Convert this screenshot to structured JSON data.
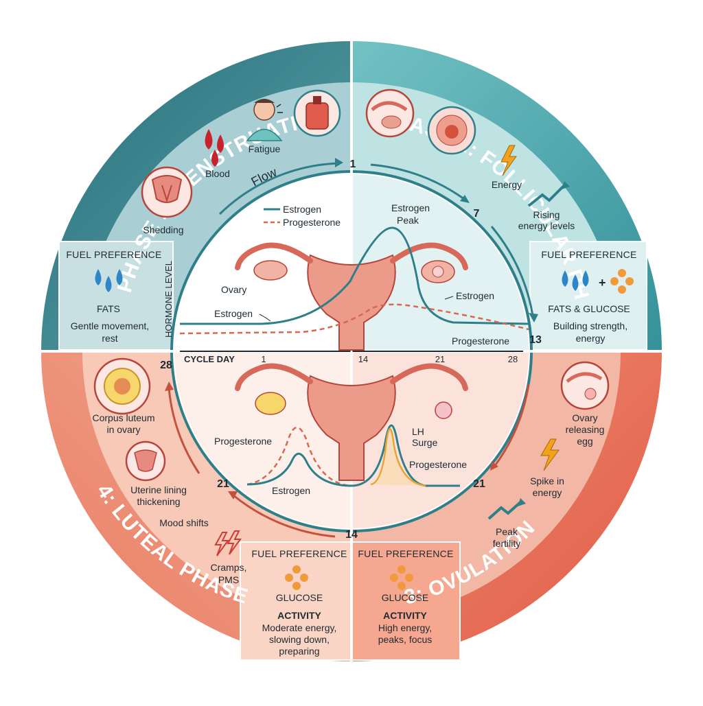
{
  "phases": {
    "p1_title": "PHASE 1: MENSTRUATION",
    "p2_title": "PHASE 2: FOLLICULAR PHASE",
    "p3_title": "3: OVULATION",
    "p4_title": "4: LUTEAL PHASE"
  },
  "menstruation": {
    "shedding": "Shedding",
    "blood": "Blood",
    "fatigue": "Fatigue",
    "fuel_header": "FUEL PREFERENCE",
    "fuel": "FATS",
    "activity_1": "Gentle movement,",
    "activity_2": "rest"
  },
  "follicular": {
    "energy": "Energy",
    "rising_1": "Rising",
    "rising_2": "energy levels",
    "fuel_header": "FUEL PREFERENCE",
    "fuel": "FATS & GLUCOSE",
    "activity_1": "Building strength,",
    "activity_2": "energy"
  },
  "ovulation": {
    "ovary_1": "Ovary",
    "ovary_2": "releasing",
    "ovary_3": "egg",
    "spike_1": "Spike in",
    "spike_2": "energy",
    "peak_1": "Peak",
    "peak_2": "fertility",
    "fuel_header": "FUEL PREFERENCE",
    "fuel": "GLUCOSE",
    "activity_header": "ACTIVITY",
    "activity_1": "High energy,",
    "activity_2": "peaks, focus"
  },
  "luteal": {
    "corpus_1": "Corpus luteum",
    "corpus_2": "in ovary",
    "lining_1": "Uterine lining",
    "lining_2": "thickening",
    "mood": "Mood shifts",
    "cramps_1": "Cramps,",
    "cramps_2": "PMS",
    "fuel_header": "FUEL PREFERENCE",
    "fuel": "GLUCOSE",
    "activity_header": "ACTIVITY",
    "activity_1": "Moderate energy,",
    "activity_2": "slowing down,",
    "activity_3": "preparing"
  },
  "cycle": {
    "flow": "Flow",
    "day_1": "1",
    "day_7": "7",
    "day_13": "13",
    "day_21_right": "21",
    "day_14_bottom": "14",
    "day_21_left": "21",
    "day_28": "28"
  },
  "chart": {
    "legend_estrogen": "Estrogen",
    "legend_progesterone": "Progesterone",
    "y_label": "HORMONE LEVEL",
    "x_label": "CYCLE DAY",
    "ticks": [
      "1",
      "14",
      "21",
      "28"
    ],
    "ovary": "Ovary",
    "estrogen_left": "Estrogen",
    "estrogen_peak_1": "Estrogen",
    "estrogen_peak_2": "Peak",
    "estrogen_right": "Estrogen",
    "progesterone_right": "Progesterone",
    "progesterone_lower_left": "Progesterone",
    "estrogen_lower": "Estrogen",
    "lh_1": "LH",
    "lh_2": "Surge",
    "progesterone_lower_right": "Progesterone"
  },
  "colors": {
    "teal_dark": "#2e7f89",
    "teal_light": "#6cbcc0",
    "coral_dark": "#dd6a55",
    "coral_light": "#f0a58f",
    "estrogen": "#2e7f89",
    "progesterone": "#d7684f",
    "lh": "#e6a43a"
  }
}
